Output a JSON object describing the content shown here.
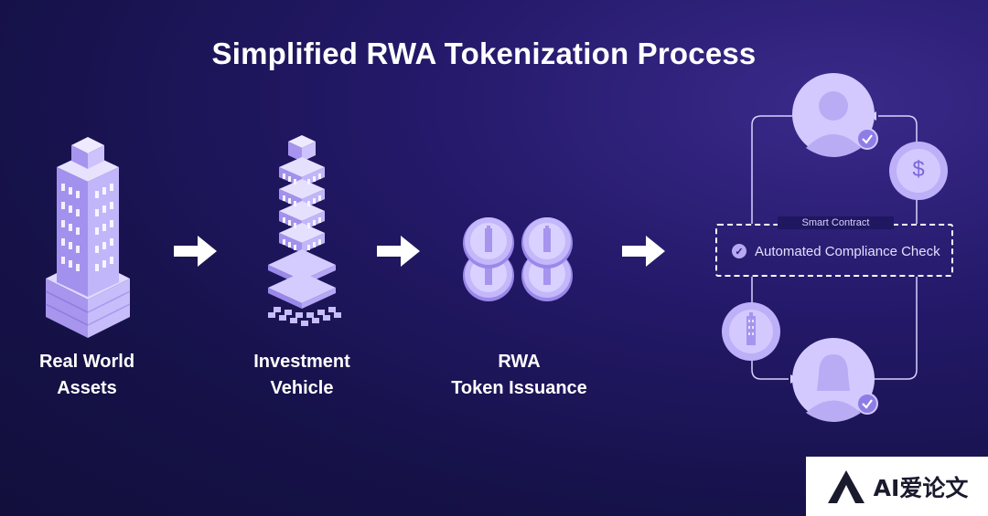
{
  "title": "Simplified RWA Tokenization Process",
  "stages": [
    {
      "line1": "Real World",
      "line2": "Assets"
    },
    {
      "line1": "Investment",
      "line2": "Vehicle"
    },
    {
      "line1": "RWA",
      "line2": "Token Issuance"
    }
  ],
  "smart_contract": {
    "caption": "Smart Contract",
    "check_label": "Automated Compliance Check"
  },
  "currency_symbol": "$",
  "watermark": {
    "text": "AI爱论文"
  },
  "colors": {
    "lavender": "#b6a8f3",
    "lavender_light": "#d9d1ff",
    "lavender_dark": "#8f7de6",
    "background": "#1d1658"
  }
}
